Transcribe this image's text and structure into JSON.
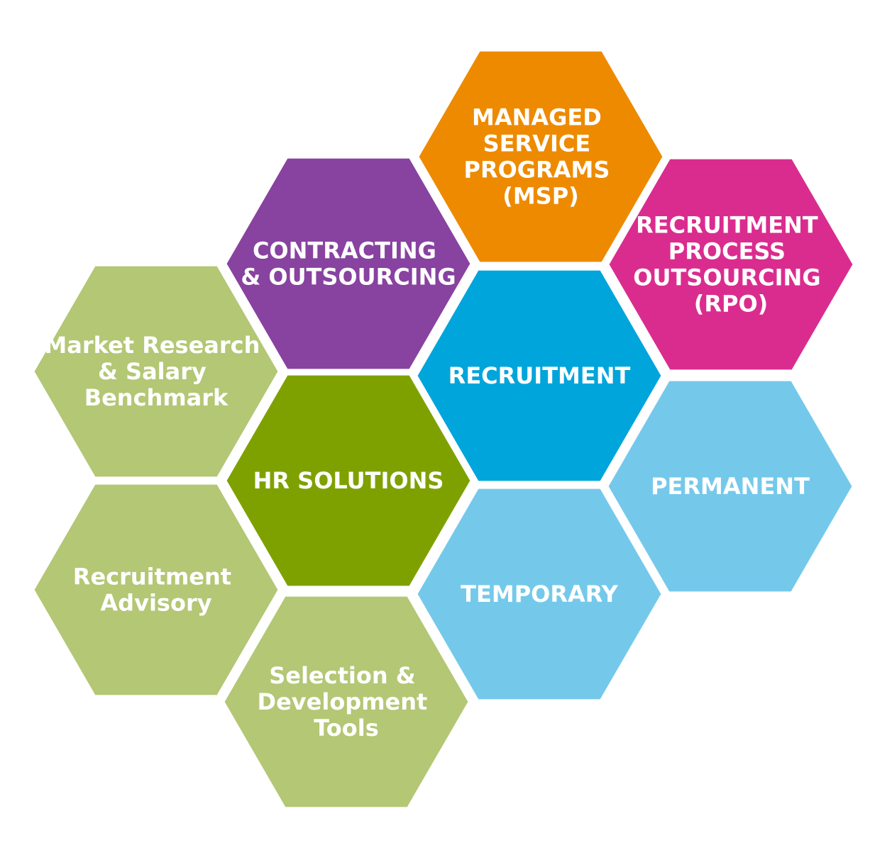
{
  "diagram": {
    "colors": {
      "orange": "#EE8A00",
      "purple": "#8842A0",
      "magenta": "#DA2C8F",
      "blue": "#00A5DB",
      "light_blue": "#74C9EB",
      "dark_green": "#7FA100",
      "light_green": "#B3C775"
    },
    "hexagons": [
      {
        "id": "msp",
        "lines": [
          "MANAGED",
          "SERVICE",
          "PROGRAMS",
          "(MSP)"
        ],
        "color": "orange"
      },
      {
        "id": "contracting",
        "lines": [
          "CONTRACTING",
          "& OUTSOURCING"
        ],
        "color": "purple"
      },
      {
        "id": "rpo",
        "lines": [
          "RECRUITMENT",
          "PROCESS",
          "OUTSOURCING",
          "(RPO)"
        ],
        "color": "magenta"
      },
      {
        "id": "recruitment",
        "lines": [
          "RECRUITMENT"
        ],
        "color": "blue"
      },
      {
        "id": "market-research",
        "lines": [
          "Market Research",
          "& Salary",
          "Benchmark"
        ],
        "color": "light_green"
      },
      {
        "id": "hr-solutions",
        "lines": [
          "HR SOLUTIONS"
        ],
        "color": "dark_green"
      },
      {
        "id": "permanent",
        "lines": [
          "PERMANENT"
        ],
        "color": "light_blue"
      },
      {
        "id": "temporary",
        "lines": [
          "TEMPORARY"
        ],
        "color": "light_blue"
      },
      {
        "id": "recruitment-advisory",
        "lines": [
          "Recruitment",
          "Advisory"
        ],
        "color": "light_green"
      },
      {
        "id": "selection-development",
        "lines": [
          "Selection &",
          "Development",
          "Tools"
        ],
        "color": "light_green"
      }
    ]
  }
}
